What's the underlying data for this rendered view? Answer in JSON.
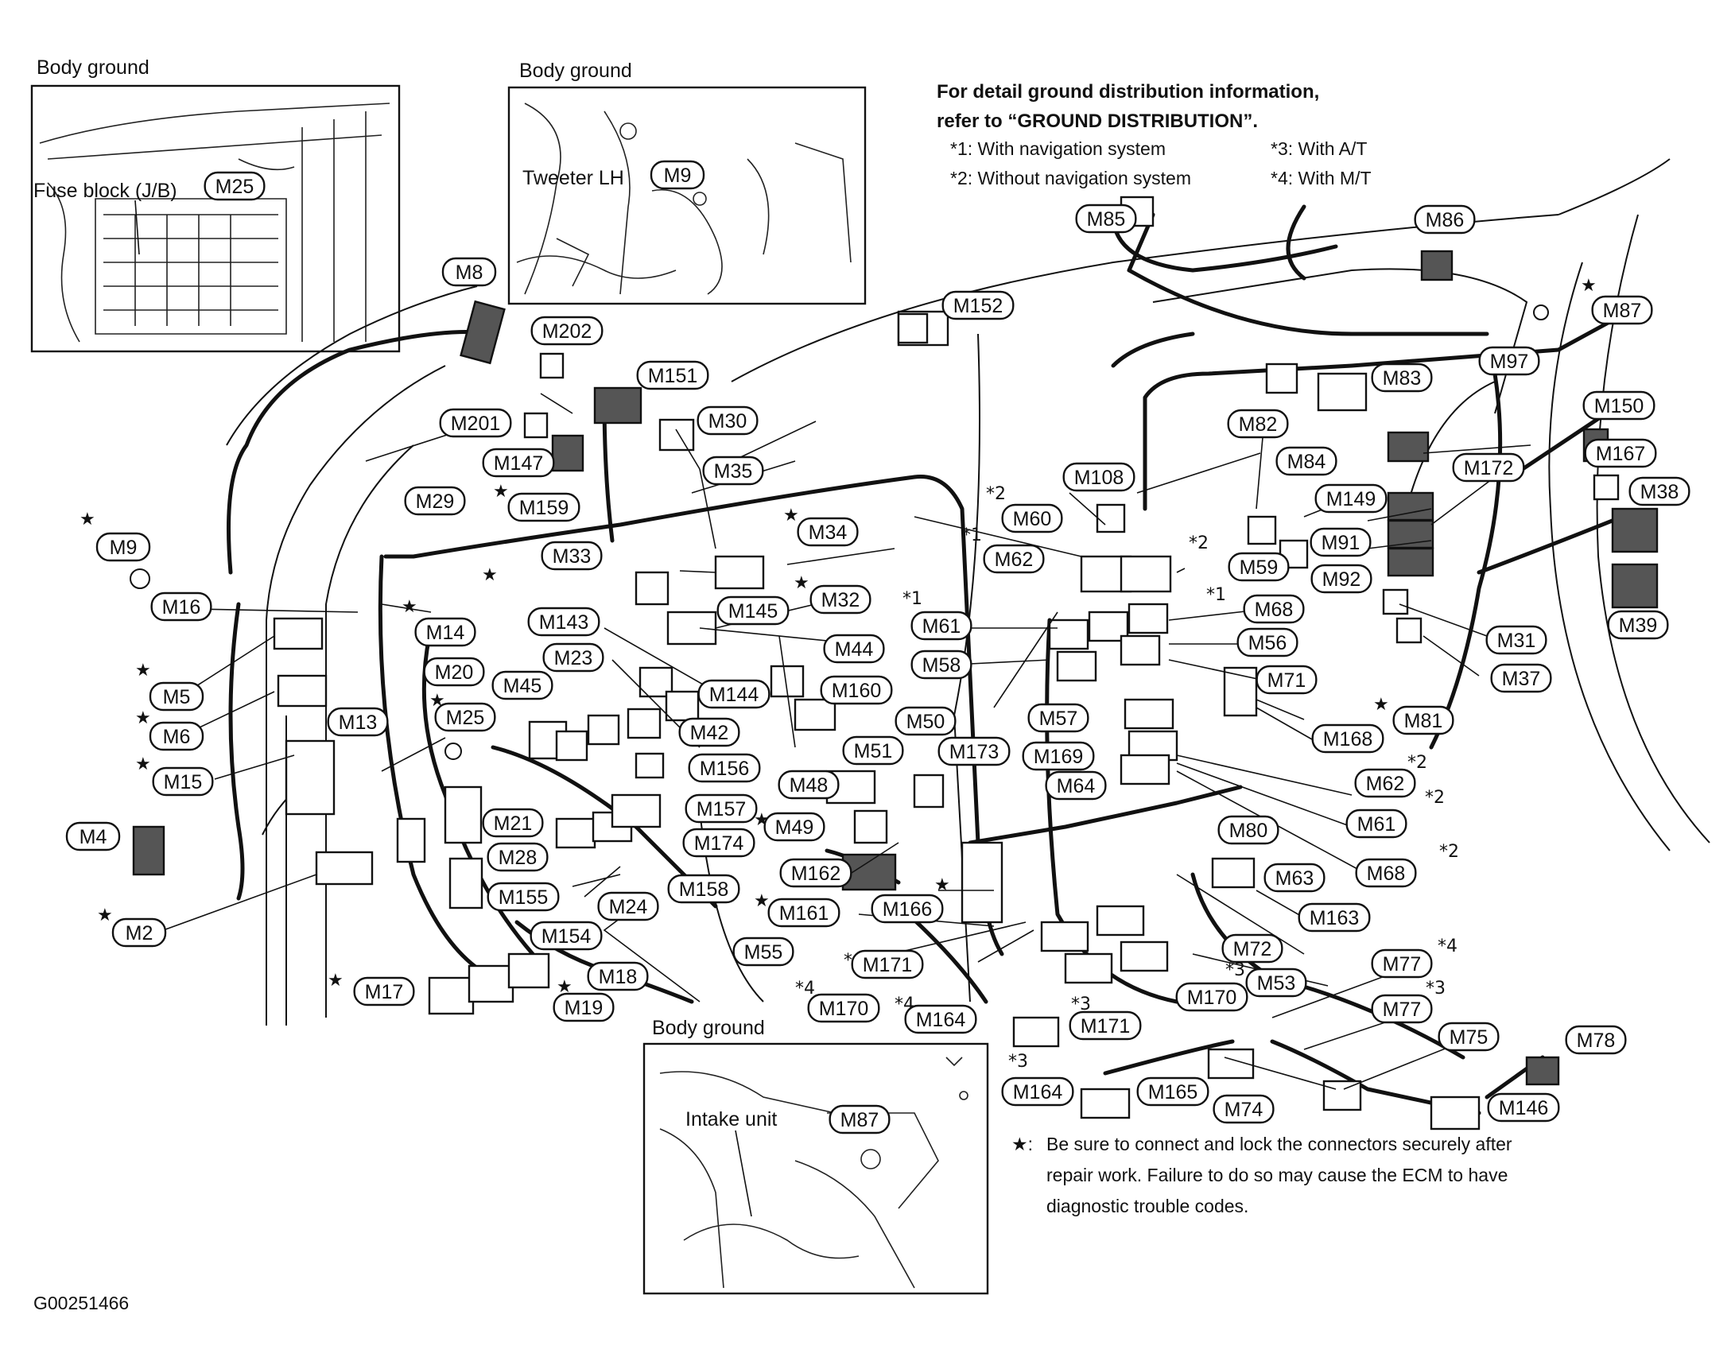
{
  "header_note": {
    "line1": "For detail ground distribution information,",
    "line2": "refer to “GROUND DISTRIBUTION”.",
    "legend": [
      {
        "key": "*1: With navigation system"
      },
      {
        "key": "*2: Without navigation system"
      },
      {
        "key": "*3: With A/T"
      },
      {
        "key": "*4: With M/T"
      }
    ]
  },
  "insets": {
    "top_left": {
      "title": "Body ground",
      "fuse_label": "Fuse block (J/B)",
      "callout": "M25"
    },
    "top_middle": {
      "title": "Body ground",
      "tweeter_label": "Tweeter LH",
      "callout": "M9"
    },
    "bottom_middle": {
      "title": "Body ground",
      "intake_label": "Intake unit",
      "callout": "M87"
    }
  },
  "star_note": {
    "symbol": "★:",
    "line1": "Be sure to connect and lock the connectors securely after",
    "line2": "repair work. Failure to do so may cause the ECM to have",
    "line3": "diagnostic trouble codes."
  },
  "figure_id": "G00251466",
  "marks": {
    "star": "★",
    "s1": "*1",
    "s2": "*2",
    "s3": "*3",
    "s4": "*4"
  },
  "callouts": [
    "M8",
    "M9",
    "M16",
    "M5",
    "M6",
    "M15",
    "M4",
    "M2",
    "M17",
    "M19",
    "M18",
    "M13",
    "M14",
    "M20",
    "M25",
    "M21",
    "M28",
    "M155",
    "M154",
    "M24",
    "M158",
    "M174",
    "M157",
    "M156",
    "M42",
    "M144",
    "M23",
    "M45",
    "M29",
    "M159",
    "M147",
    "M201",
    "M202",
    "M151",
    "M30",
    "M35",
    "M152",
    "M34",
    "M33",
    "M143",
    "M145",
    "M32",
    "M44",
    "M160",
    "M48",
    "M51",
    "M50",
    "M49",
    "M162",
    "M161",
    "M166",
    "M173",
    "M61",
    "M58",
    "M57",
    "M169",
    "M64",
    "M60",
    "M62",
    "M108",
    "M55",
    "M171",
    "M170",
    "M164",
    "M171b",
    "M53",
    "M170b",
    "M72",
    "M164b",
    "M165",
    "M74",
    "M75",
    "M77",
    "M77b",
    "M78",
    "M146",
    "M163",
    "M63",
    "M80",
    "M68",
    "M61b",
    "M62b",
    "M168",
    "M81",
    "M71",
    "M56",
    "M68b",
    "M59",
    "M149",
    "M91",
    "M92",
    "M172",
    "M31",
    "M37",
    "M39",
    "M38",
    "M167",
    "M150",
    "M87",
    "M86",
    "M85",
    "M83",
    "M84",
    "M82",
    "M97"
  ],
  "callout_text": {
    "M8": "M8",
    "M9": "M9",
    "M16": "M16",
    "M5": "M5",
    "M6": "M6",
    "M15": "M15",
    "M4": "M4",
    "M2": "M2",
    "M17": "M17",
    "M19": "M19",
    "M18": "M18",
    "M13": "M13",
    "M14": "M14",
    "M20": "M20",
    "M25": "M25",
    "M21": "M21",
    "M28": "M28",
    "M155": "M155",
    "M154": "M154",
    "M24": "M24",
    "M158": "M158",
    "M174": "M174",
    "M157": "M157",
    "M156": "M156",
    "M42": "M42",
    "M144": "M144",
    "M23": "M23",
    "M45": "M45",
    "M29": "M29",
    "M159": "M159",
    "M147": "M147",
    "M201": "M201",
    "M202": "M202",
    "M151": "M151",
    "M30": "M30",
    "M35": "M35",
    "M152": "M152",
    "M34": "M34",
    "M33": "M33",
    "M143": "M143",
    "M145": "M145",
    "M32": "M32",
    "M44": "M44",
    "M160": "M160",
    "M48": "M48",
    "M51": "M51",
    "M50": "M50",
    "M49": "M49",
    "M162": "M162",
    "M161": "M161",
    "M166": "M166",
    "M173": "M173",
    "M61": "M61",
    "M58": "M58",
    "M57": "M57",
    "M169": "M169",
    "M64": "M64",
    "M60": "M60",
    "M62": "M62",
    "M108": "M108",
    "M55": "M55",
    "M171": "M171",
    "M170": "M170",
    "M164": "M164",
    "M171b": "M171",
    "M53": "M53",
    "M170b": "M170",
    "M72": "M72",
    "M164b": "M164",
    "M165": "M165",
    "M74": "M74",
    "M75": "M75",
    "M77": "M77",
    "M77b": "M77",
    "M78": "M78",
    "M146": "M146",
    "M163": "M163",
    "M63": "M63",
    "M80": "M80",
    "M68": "M68",
    "M61b": "M61",
    "M62b": "M62",
    "M168": "M168",
    "M81": "M81",
    "M71": "M71",
    "M56": "M56",
    "M68b": "M68",
    "M59": "M59",
    "M149": "M149",
    "M91": "M91",
    "M92": "M92",
    "M172": "M172",
    "M31": "M31",
    "M37": "M37",
    "M39": "M39",
    "M38": "M38",
    "M167": "M167",
    "M150": "M150",
    "M87": "M87",
    "M86": "M86",
    "M85": "M85",
    "M83": "M83",
    "M84": "M84",
    "M82": "M82",
    "M97": "M97"
  }
}
